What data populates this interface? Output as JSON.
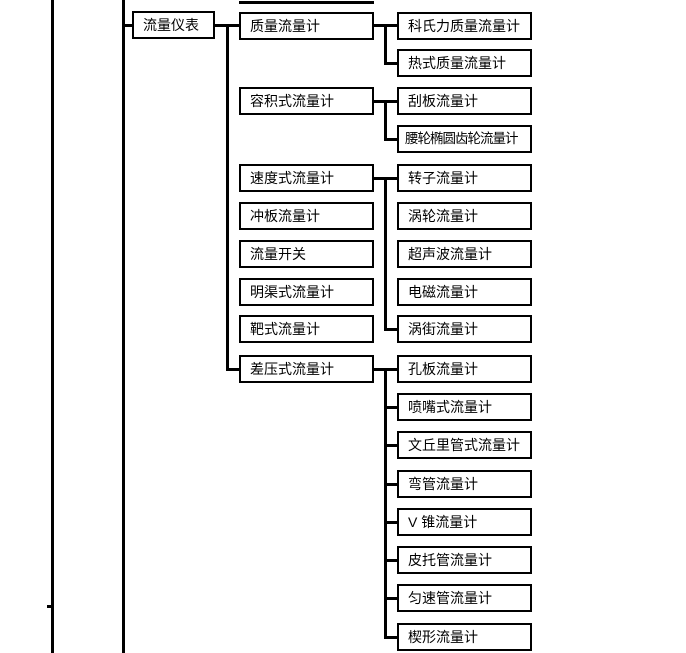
{
  "diagram": {
    "type": "tree",
    "background_color": "#ffffff",
    "line_color": "#000000",
    "node_fill": "#ffffff",
    "node_border": "#000000",
    "root": {
      "label": "流量仪表",
      "children": [
        {
          "label": "质量流量计",
          "children": [
            {
              "label": "科氏力质量流量计"
            },
            {
              "label": "热式质量流量计"
            }
          ]
        },
        {
          "label": "容积式流量计",
          "children": [
            {
              "label": "刮板流量计"
            },
            {
              "label": "腰轮椭圆齿轮流量计"
            }
          ]
        },
        {
          "label": "速度式流量计",
          "children": [
            {
              "label": "转子流量计"
            },
            {
              "label": "涡轮流量计"
            },
            {
              "label": "超声波流量计"
            },
            {
              "label": "电磁流量计"
            },
            {
              "label": "涡街流量计"
            }
          ]
        },
        {
          "label": "冲板流量计",
          "children": []
        },
        {
          "label": "流量开关",
          "children": []
        },
        {
          "label": "明渠式流量计",
          "children": []
        },
        {
          "label": "靶式流量计",
          "children": []
        },
        {
          "label": "差压式流量计",
          "children": [
            {
              "label": "孔板流量计"
            },
            {
              "label": "喷嘴式流量计"
            },
            {
              "label": "文丘里管式流量计"
            },
            {
              "label": "弯管流量计"
            },
            {
              "label": "V 锥流量计"
            },
            {
              "label": "皮托管流量计"
            },
            {
              "label": "匀速管流量计"
            },
            {
              "label": "楔形流量计"
            }
          ]
        }
      ]
    }
  }
}
